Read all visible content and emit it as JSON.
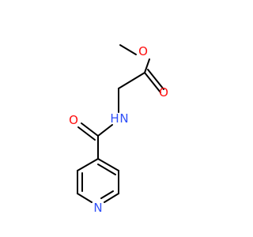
{
  "molecule": {
    "atoms": [
      {
        "id": "c_methyl",
        "symbol": "C",
        "label": ""
      },
      {
        "id": "o_ester",
        "symbol": "O",
        "label": "O"
      },
      {
        "id": "c_carbonyl_ester",
        "symbol": "C",
        "label": ""
      },
      {
        "id": "o_carbonyl_ester",
        "symbol": "O",
        "label": "O"
      },
      {
        "id": "c_alpha",
        "symbol": "C",
        "label": ""
      },
      {
        "id": "n_amide",
        "symbol": "N",
        "label": "H N"
      },
      {
        "id": "c_carbonyl_amide",
        "symbol": "C",
        "label": ""
      },
      {
        "id": "o_carbonyl_amide",
        "symbol": "O",
        "label": "O"
      },
      {
        "id": "c_ring_1",
        "symbol": "C",
        "label": ""
      },
      {
        "id": "c_ring_2",
        "symbol": "C",
        "label": ""
      },
      {
        "id": "c_ring_3",
        "symbol": "C",
        "label": ""
      },
      {
        "id": "n_ring",
        "symbol": "N",
        "label": "N"
      },
      {
        "id": "c_ring_5",
        "symbol": "C",
        "label": ""
      },
      {
        "id": "c_ring_6",
        "symbol": "C",
        "label": ""
      }
    ],
    "atom_label_text": {
      "o_ester": "O",
      "o_carbonyl_ester": "O",
      "n_amide_h": "H",
      "n_amide_n": "N",
      "o_carbonyl_amide": "O",
      "n_ring": "N"
    },
    "colors": {
      "oxygen": "#ff0d0d",
      "nitrogen": "#3050f8",
      "bond": "#000000",
      "background": "#ffffff"
    }
  }
}
